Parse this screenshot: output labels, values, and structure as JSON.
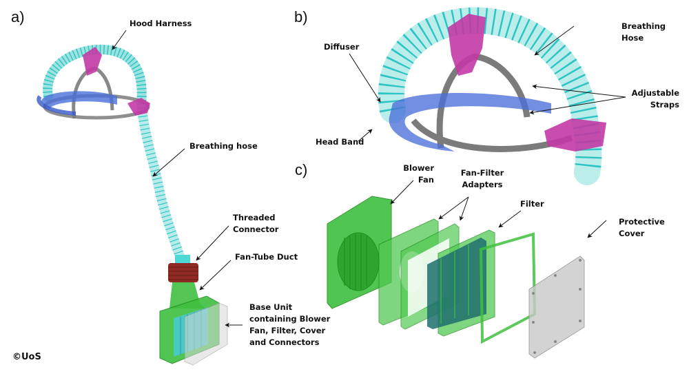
{
  "figure": {
    "panels": [
      {
        "id": "a",
        "letter": "a)"
      },
      {
        "id": "b",
        "letter": "b)"
      },
      {
        "id": "c",
        "letter": "c)"
      }
    ],
    "panel_a": {
      "labels": {
        "hood_harness": "Hood Harness",
        "breathing_hose": "Breathing hose",
        "threaded_connector": "Threaded\nConnector",
        "fan_tube_duct": "Fan-Tube Duct",
        "base_unit": "Base Unit\ncontaining Blower\nFan, Filter, Cover\nand Connectors"
      }
    },
    "panel_b": {
      "labels": {
        "breathing_hose": "Breathing Hose",
        "diffuser": "Diffuser",
        "adjustable_straps": "Adjustable\nStraps",
        "head_band": "Head Band"
      }
    },
    "panel_c": {
      "labels": {
        "blower_fan": "Blower\nFan",
        "fan_filter_adapters": "Fan-Filter\nAdapters",
        "filter": "Filter",
        "protective_cover": "Protective\nCover"
      }
    },
    "copyright": "©UoS",
    "colors": {
      "hose": "#9fe3e0",
      "hose_coil": "#2ec4c4",
      "harness_clip": "#c23aa5",
      "head_band": "#4a6fd8",
      "strap": "#7b7b7b",
      "housing_green": "#3fbf3f",
      "housing_green_dark": "#1f8f1f",
      "filter_teal": "#1f6f6f",
      "connector_red": "#8e2a22",
      "cover_grey": "#c9c9c9"
    }
  }
}
